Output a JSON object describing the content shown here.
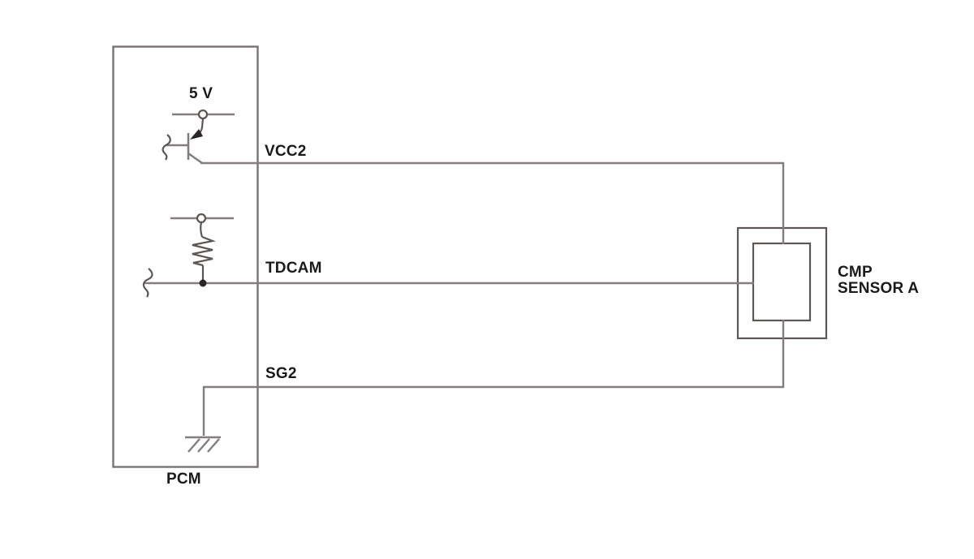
{
  "diagram": {
    "title_hint": "PCM to CMP sensor wiring schematic",
    "pcm": {
      "label": "PCM"
    },
    "sensor": {
      "label_line1": "CMP",
      "label_line2": "SENSOR A"
    },
    "signals": {
      "supply": "5 V",
      "vcc2": "VCC2",
      "tdcam": "TDCAM",
      "sg2": "SG2"
    },
    "colors": {
      "wire": "#837d7d",
      "box": "#787272",
      "component": "#5d5753",
      "dark": "#2b2626",
      "text": "#1a1a1a",
      "background": "#ffffff"
    }
  }
}
